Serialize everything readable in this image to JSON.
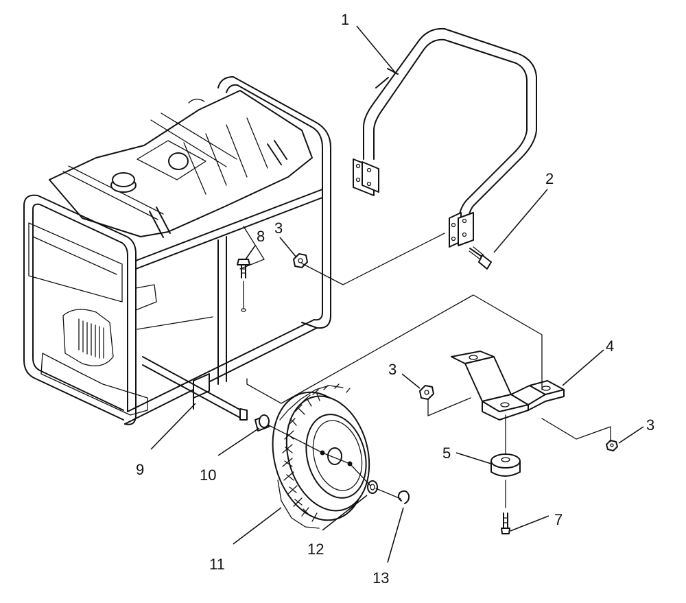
{
  "diagram": {
    "part_numbers": {
      "handle": "1",
      "bolt_handle": "2",
      "nut_frame": "3",
      "nut_bracket_left": "3",
      "nut_bracket_right": "3",
      "bracket": "4",
      "foot": "5",
      "bolt_foot": "7",
      "bolt_frame": "8",
      "axle": "9",
      "spacer": "10",
      "wheel": "11",
      "washer": "12",
      "clip": "13"
    }
  }
}
